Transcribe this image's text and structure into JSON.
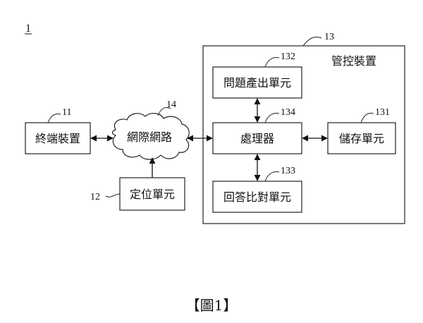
{
  "figure_label": "1",
  "caption": "【圖1】",
  "blocks": {
    "terminal": {
      "label": "終端裝置",
      "ref": "11"
    },
    "network": {
      "label": "網際網路",
      "ref": "14"
    },
    "locator": {
      "label": "定位單元",
      "ref": "12"
    },
    "control": {
      "label": "管控裝置",
      "ref": "13"
    },
    "question": {
      "label": "問題產出單元",
      "ref": "132"
    },
    "processor": {
      "label": "處理器",
      "ref": "134"
    },
    "storage": {
      "label": "儲存單元",
      "ref": "131"
    },
    "answer": {
      "label": "回答比對單元",
      "ref": "133"
    }
  }
}
